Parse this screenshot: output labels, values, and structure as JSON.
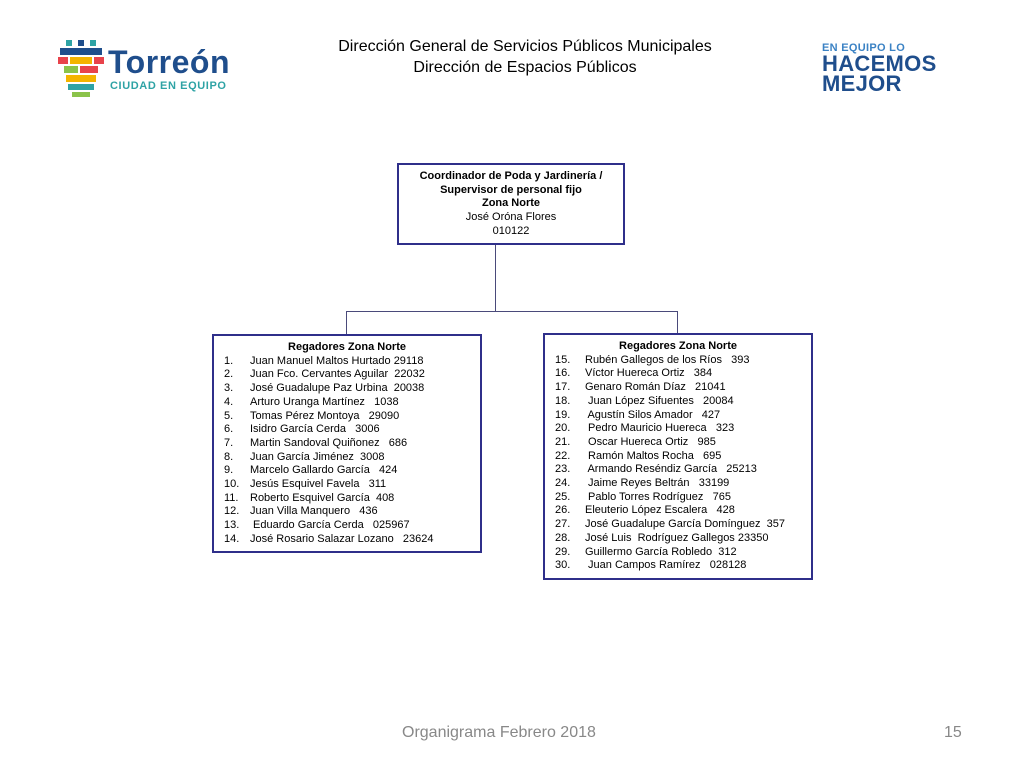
{
  "header": {
    "line1": "Dirección General de Servicios Públicos Municipales",
    "line2": "Dirección  de Espacios Públicos"
  },
  "logo_left": {
    "name": "Torreón",
    "tagline": "CIUDAD EN EQUIPO"
  },
  "logo_right": {
    "line1": "EN EQUIPO LO",
    "line2": "HACEMOS",
    "line3": "MEJOR"
  },
  "colors": {
    "border": "#2f2f8a",
    "brand_blue": "#1f4e8c",
    "brand_teal": "#2ea3a5"
  },
  "top_box": {
    "line1": "Coordinador  de Poda y Jardinería  /",
    "line2": "Supervisor de personal fijo",
    "line3": "Zona Norte",
    "name": "José Oróna Flores",
    "id": "010122"
  },
  "left_box": {
    "title": "Regadores Zona Norte",
    "items": [
      {
        "n": "1.",
        "text": "Juan Manuel Maltos Hurtado 29118"
      },
      {
        "n": "2.",
        "text": "Juan Fco. Cervantes Aguilar  22032"
      },
      {
        "n": "3.",
        "text": "José Guadalupe Paz Urbina  20038"
      },
      {
        "n": "4.",
        "text": "Arturo Uranga Martínez   1038"
      },
      {
        "n": "5.",
        "text": "Tomas Pérez Montoya   29090"
      },
      {
        "n": "6.",
        "text": "Isidro García Cerda   3006"
      },
      {
        "n": "7.",
        "text": "Martin Sandoval Quiñonez   686"
      },
      {
        "n": "8.",
        "text": "Juan García Jiménez  3008"
      },
      {
        "n": "9.",
        "text": "Marcelo Gallardo García   424"
      },
      {
        "n": "10.",
        "text": "Jesús Esquivel Favela   311"
      },
      {
        "n": "11.",
        "text": "Roberto Esquivel García  408"
      },
      {
        "n": "12.",
        "text": "Juan Villa Manquero   436"
      },
      {
        "n": "13.",
        "text": " Eduardo García Cerda   025967"
      },
      {
        "n": "14.",
        "text": "José Rosario Salazar Lozano   23624"
      }
    ]
  },
  "right_box": {
    "title": "Regadores Zona Norte",
    "items": [
      {
        "n": "15.",
        "text": "Rubén Gallegos de los Ríos   393"
      },
      {
        "n": "16.",
        "text": "Víctor Huereca Ortiz   384"
      },
      {
        "n": "17.",
        "text": "Genaro Román Díaz   21041"
      },
      {
        "n": "18.",
        "text": " Juan López Sifuentes   20084"
      },
      {
        "n": "19.",
        "text": " Agustín Silos Amador   427"
      },
      {
        "n": "20.",
        "text": " Pedro Mauricio Huereca   323"
      },
      {
        "n": "21.",
        "text": " Oscar Huereca Ortiz   985"
      },
      {
        "n": "22.",
        "text": " Ramón Maltos Rocha   695"
      },
      {
        "n": "23.",
        "text": " Armando Reséndiz García   25213"
      },
      {
        "n": "24.",
        "text": " Jaime Reyes Beltrán   33199"
      },
      {
        "n": "25.",
        "text": " Pablo Torres Rodríguez   765"
      },
      {
        "n": "26.",
        "text": "Eleuterio López Escalera   428"
      },
      {
        "n": "27.",
        "text": "José Guadalupe García Domínguez  357"
      },
      {
        "n": "28.",
        "text": "José Luis  Rodríguez Gallegos 23350"
      },
      {
        "n": "29.",
        "text": "Guillermo García Robledo  312"
      },
      {
        "n": "30.",
        "text": " Juan Campos Ramírez   028128"
      }
    ]
  },
  "footer": {
    "title": "Organigrama Febrero 2018",
    "page": "15"
  }
}
